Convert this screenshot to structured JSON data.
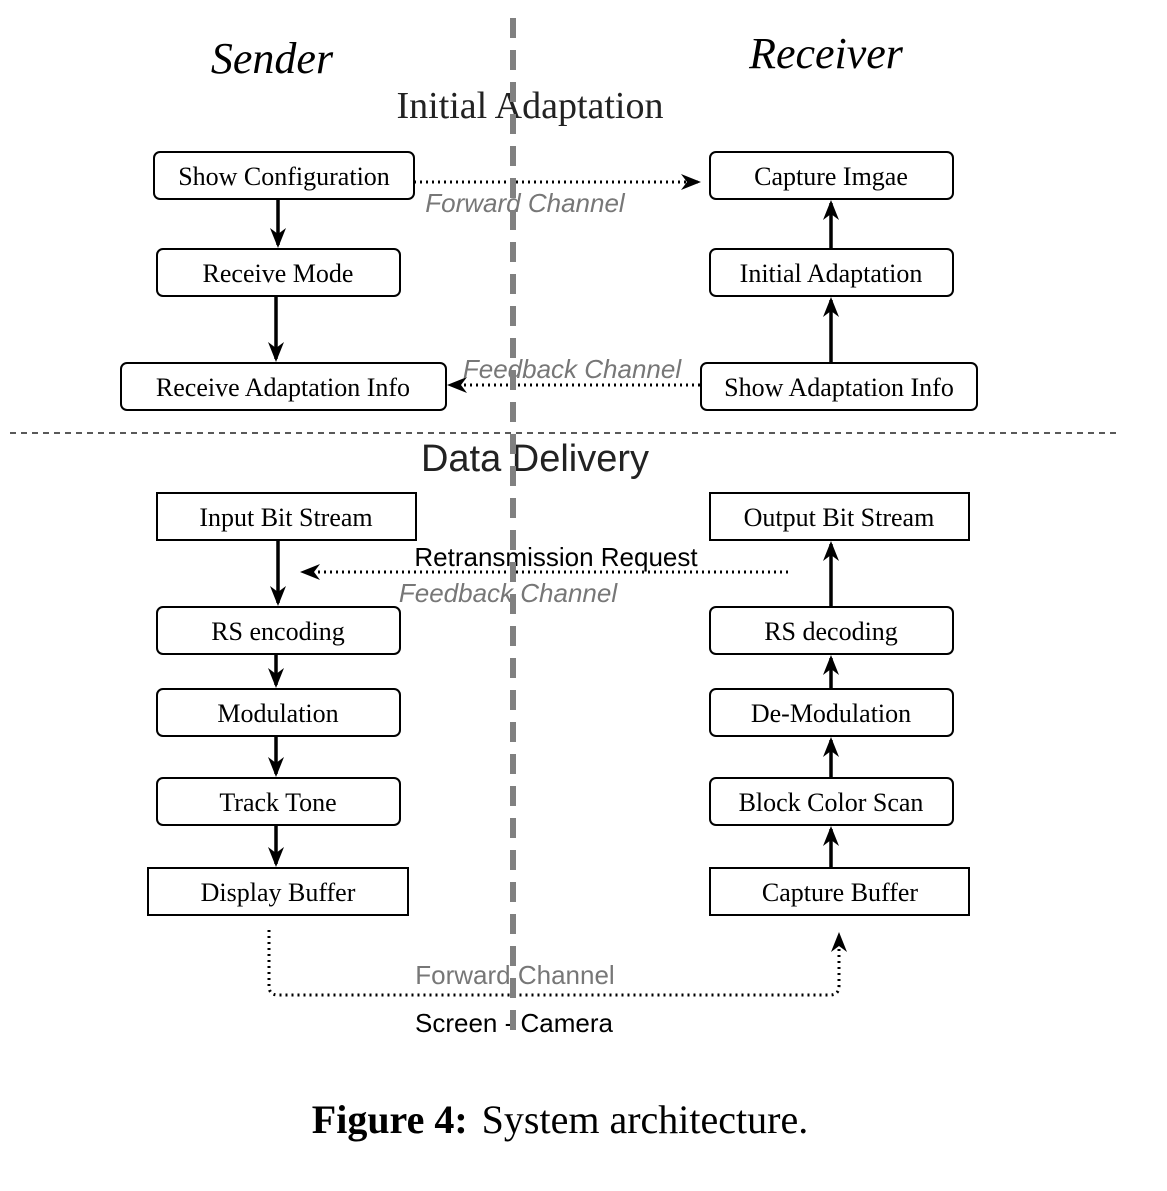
{
  "headings": {
    "sender": "Sender",
    "receiver": "Receiver",
    "initial_adaptation": "Initial Adaptation",
    "data_delivery": "Data Delivery"
  },
  "boxes": {
    "show_configuration": "Show Configuration",
    "receive_mode": "Receive Mode",
    "receive_adaptation_info": "Receive Adaptation Info",
    "capture_imgae": "Capture Imgae",
    "initial_adaptation": "Initial Adaptation",
    "show_adaptation_info": "Show Adaptation Info",
    "input_bit_stream": "Input Bit Stream",
    "rs_encoding": "RS encoding",
    "modulation": "Modulation",
    "track_tone": "Track Tone",
    "display_buffer": "Display Buffer",
    "output_bit_stream": "Output Bit Stream",
    "rs_decoding": "RS decoding",
    "de_modulation": "De-Modulation",
    "block_color_scan": "Block Color Scan",
    "capture_buffer": "Capture Buffer"
  },
  "channels": {
    "forward_top": "Forward Channel",
    "feedback_top": "Feedback Channel",
    "retransmission_request": "Retransmission Request",
    "feedback_bottom": "Feedback Channel",
    "forward_bottom": "Forward Channel",
    "screen_camera": "Screen - Camera"
  },
  "caption": {
    "label": "Figure 4:",
    "text": "System architecture."
  }
}
